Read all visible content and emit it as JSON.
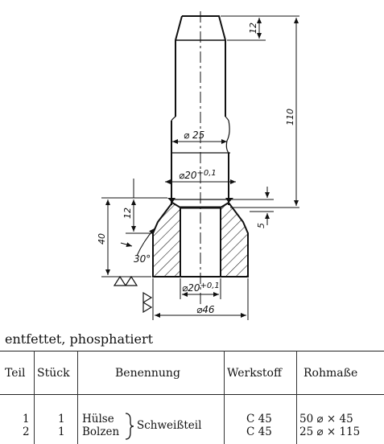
{
  "drawing": {
    "dims": {
      "top_chamfer": "12",
      "overall_length": "110",
      "shaft_diameter": "⌀ 25",
      "bore_top": "⌀20",
      "bore_top_tol": "+0,1",
      "height_sleeve": "40",
      "chamfer_depth": "12",
      "protrusion": "5",
      "angle": "30°",
      "bore_bottom": "⌀20",
      "bore_bottom_tol": "+0,1",
      "outer_diameter": "⌀46"
    }
  },
  "note": "entfettet, phosphatiert",
  "table": {
    "headers": {
      "part": "Teil",
      "qty": "Stück",
      "name": "Benennung",
      "material": "Werkstoff",
      "raw": "Rohmaße"
    },
    "rows": [
      {
        "part": "1",
        "qty": "1",
        "name": "Hülse",
        "material": "C 45",
        "raw": "50 ⌀ × 45"
      },
      {
        "part": "2",
        "qty": "1",
        "name": "Bolzen",
        "material": "C 45",
        "raw": "25 ⌀ × 115"
      }
    ],
    "group_label": "Schweißteil"
  }
}
